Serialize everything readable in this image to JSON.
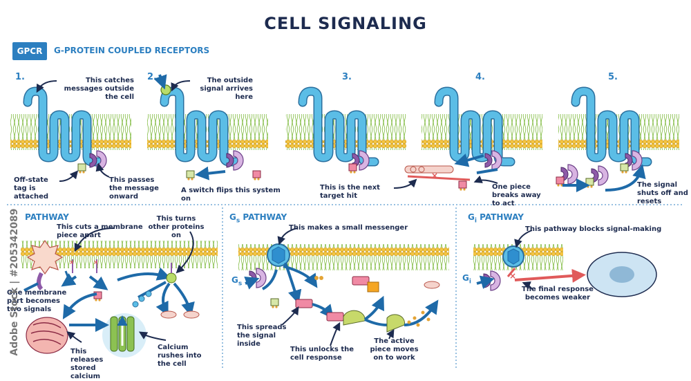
{
  "title": "CELL SIGNALING",
  "badge": "GPCR",
  "subtitle": "G-PROTEIN COUPLED RECEPTORS",
  "steps": [
    "1.",
    "2.",
    "3.",
    "4.",
    "5."
  ],
  "annotations": {
    "catches": "This catches messages outside the cell",
    "outside_signal": "The outside signal arrives here",
    "off_state": "Off-state tag is attached",
    "passes": "This passes the message onward",
    "switch": "A switch flips this system on",
    "next_target": "This is the next target hit",
    "breaks_away": "One piece breaks away to act",
    "shuts_off": "The signal shuts off and resets",
    "cuts_membrane": "This cuts a membrane piece apart",
    "turns_other": "This turns other proteins on",
    "membrane_part": "One membrane part becomes two signals",
    "releases_calcium": "This releases stored calcium",
    "calcium_rushes": "Calcium rushes into the cell",
    "small_messenger": "This makes a small messenger",
    "spreads_signal": "This spreads the signal inside",
    "unlocks": "This unlocks the cell response",
    "active_piece": "The active piece moves on to work",
    "blocks": "This pathway blocks signal-making",
    "weaker": "The final response becomes weaker"
  },
  "pathways": {
    "gq": {
      "title": "PATHWAY"
    },
    "gs": {
      "title": "G",
      "sub": "s",
      "suffix": " PATHWAY",
      "label": "G",
      "label_sub": "s"
    },
    "gi": {
      "title": "G",
      "sub": "i",
      "suffix": " PATHWAY",
      "label": "G",
      "label_sub": "i"
    }
  },
  "watermark": "Adobe Stock | #205342089",
  "colors": {
    "receptor": "#5bbde6",
    "receptor_stroke": "#2a6f9e",
    "lipid_head": "#f5c542",
    "lipid_tail": "#8cc152",
    "arrow": "#1e6aa8",
    "accent": "#2c7fc0",
    "text": "#1d2b4f"
  }
}
